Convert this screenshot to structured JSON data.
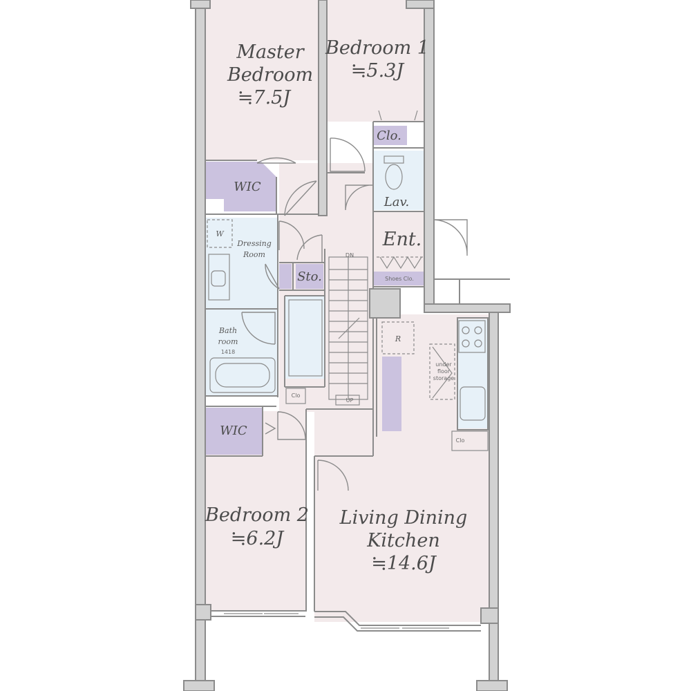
{
  "rooms": {
    "master_bedroom": {
      "name_line1": "Master",
      "name_line2": "Bedroom",
      "area": "≒7.5J"
    },
    "bedroom1": {
      "name": "Bedroom 1",
      "area": "≒5.3J"
    },
    "bedroom2": {
      "name": "Bedroom 2",
      "area": "≒6.2J"
    },
    "ldk": {
      "name_line1": "Living Dining",
      "name_line2": "Kitchen",
      "area": "≒14.6J"
    }
  },
  "small_labels": {
    "wic_upper": "WIC",
    "wic_lower": "WIC",
    "clo": "Clo.",
    "lav": "Lav.",
    "ent": "Ent.",
    "sto": "Sto.",
    "shoes_clo": "Shoes Clo.",
    "dressing_line1": "Dressing",
    "dressing_line2": "Room",
    "bath_line1": "Bath",
    "bath_line2": "room",
    "bath_size": "1418",
    "refrigerator": "R",
    "dn": "DN",
    "up": "UP",
    "w": "W",
    "under_floor_line1": "under",
    "under_floor_line2": "floor",
    "under_floor_line3": "storage",
    "clo_small_1": "Clo",
    "clo_small_2": "Clo"
  },
  "colors": {
    "room_fill": "#f3eaeb",
    "utility_fill": "#e7f1f8",
    "closet_fill": "#cbc2df",
    "wall_fill": "#d2d2d2",
    "line": "#8b8b8b",
    "text": "#4c4c4c"
  }
}
